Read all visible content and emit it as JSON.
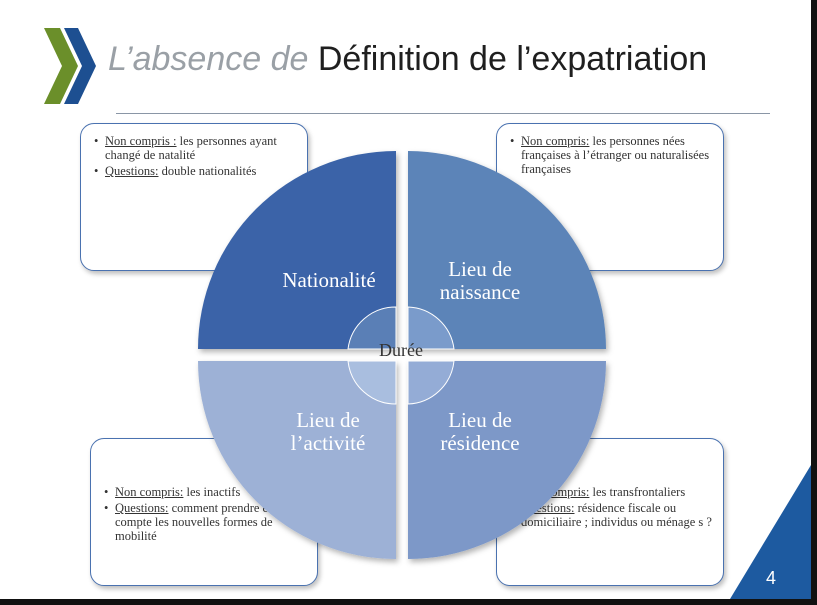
{
  "title": {
    "light": "L’absence de",
    "dark": "Définition de l’expatriation"
  },
  "quadrants": {
    "top_left": [
      "Nationalité"
    ],
    "top_right": [
      "Lieu de",
      "naissance"
    ],
    "bottom_left": [
      "Lieu de",
      "l’activité"
    ],
    "bottom_right": [
      "Lieu de",
      "résidence"
    ]
  },
  "center_label": "Durée",
  "notes": {
    "top_left": [
      {
        "key": "Non compris :",
        "text": " les personnes ayant changé de natalité"
      },
      {
        "key": "Questions:",
        "text": " double nationalités"
      }
    ],
    "top_right": [
      {
        "key": "Non compris:",
        "text": " les personnes nées françaises à l’étranger ou naturalisées françaises"
      }
    ],
    "bottom_left": [
      {
        "key": "Non compris:",
        "text": " les inactifs"
      },
      {
        "key": "Questions:",
        "text": " comment prendre en compte les nouvelles formes de mobilité"
      }
    ],
    "bottom_right": [
      {
        "key": "Non compris:",
        "text": " les transfrontaliers"
      },
      {
        "key": "Questions:",
        "text": " résidence fiscale ou domiciliaire ; individus ou ménage s ?"
      }
    ]
  },
  "page_number": "4",
  "colors": {
    "q1": "#3a64a8",
    "q2": "#5b84b8",
    "q3": "#9db1d6",
    "q4": "#7d98c8",
    "corner": "#1d5aa0"
  }
}
